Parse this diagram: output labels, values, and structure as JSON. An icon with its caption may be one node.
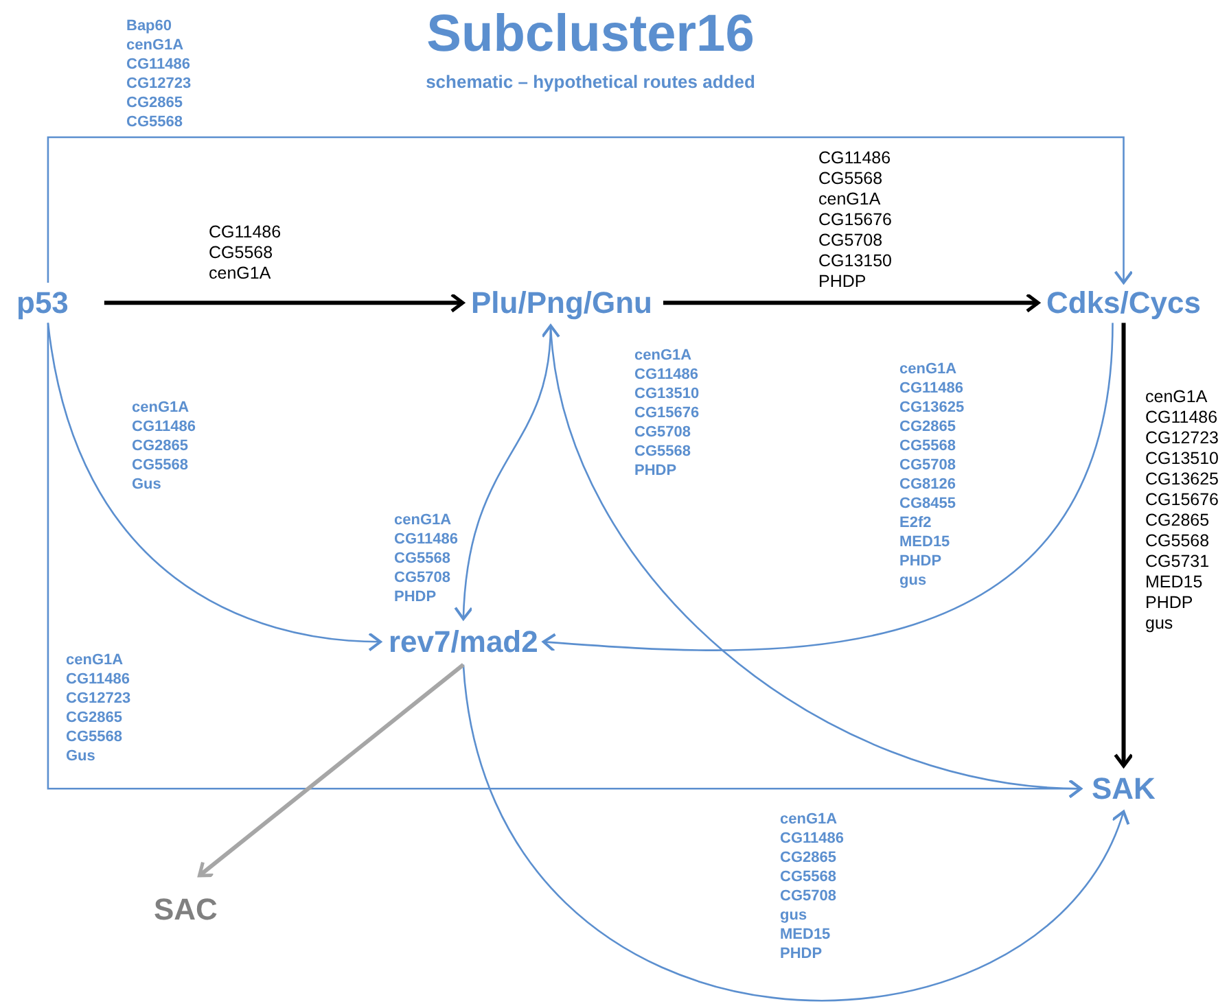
{
  "diagram": {
    "title": "Subcluster16",
    "nodes": [
      {
        "text": [
          "p53"
        ]
      },
      {
        "text": [
          "Plu/Png/Gnu"
        ]
      },
      {
        "text": [
          "Cdks/Cycs"
        ]
      },
      {
        "text": [
          "rev7/mad2"
        ]
      },
      {
        "text": [
          "SAK"
        ]
      },
      {
        "text": [
          "SAC"
        ]
      }
    ],
    "edges": [
      {
        "from": 0,
        "to": 1,
        "arrow": "to",
        "label": "CG11486 CG5568 cenG1A",
        "style": "thick",
        "color": "#000000"
      },
      {
        "from": 1,
        "to": 2,
        "arrow": "to",
        "label": "CG11486 CG5568 cenG1A CG15676 CG5708 CG13150 PHDP",
        "style": "thick",
        "color": "#000000"
      },
      {
        "from": 0,
        "to": 2,
        "arrow": "to",
        "label": "Bap60 cenG1A CG11486 CG12723 CG2865 CG5568"
      },
      {
        "from": 0,
        "to": 3,
        "arrow": "to",
        "label": "cenG1A CG11486 CG2865 CG5568 Gus"
      },
      {
        "from": 1,
        "to": 3,
        "arrow": "both",
        "label": "cenG1A CG11486 CG5568 CG5708 PHDP"
      },
      {
        "from": 1,
        "to": 4,
        "arrow": "to",
        "label": "cenG1A CG11486 CG13510 CG15676 CG5708 CG5568 PHDP"
      },
      {
        "from": 2,
        "to": 3,
        "arrow": "to",
        "label": "cenG1A CG11486 CG13625 CG2865 CG5568 CG5708 CG8126 CG8455 E2f2 MED15 PHDP gus"
      },
      {
        "from": 2,
        "to": 4,
        "arrow": "to",
        "label": "cenG1A CG11486 CG12723 CG13510 CG13625 CG15676 CG2865 CG5568 CG5731 MED15 PHDP gus",
        "style": "thick",
        "color": "#000000"
      },
      {
        "from": 0,
        "to": 4,
        "arrow": "to",
        "label": "cenG1A CG11486 CG12723 CG2865 CG5568 Gus"
      },
      {
        "from": 3,
        "to": 4,
        "arrow": "to",
        "label": "cenG1A CG11486 CG2865 CG5568 CG5708 gus MED15 PHDP"
      },
      {
        "from": 3,
        "to": 5,
        "arrow": "to",
        "style": "thick",
        "color": "#a6a6a6"
      }
    ],
    "labels": [
      "schematic – hypothetical routes added"
    ]
  }
}
